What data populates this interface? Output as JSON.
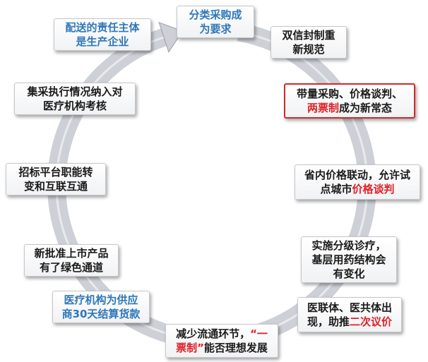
{
  "colors": {
    "ring": "#cdd0d6",
    "ring_edge": "#9a9ea6",
    "blue_text": "#2e77ba",
    "red_text": "#e01f26",
    "red_border": "#d12a2a",
    "box_text": "#1a1a1a"
  },
  "boxes": [
    {
      "id": "classified-procurement",
      "lines": [
        [
          {
            "t": "分类采购成"
          }
        ],
        [
          {
            "t": "为要求"
          }
        ]
      ]
    },
    {
      "id": "two-envelope",
      "lines": [
        [
          {
            "t": "双信封制重"
          }
        ],
        [
          {
            "t": "新规范"
          }
        ]
      ]
    },
    {
      "id": "volume-procurement",
      "lines": [
        [
          {
            "t": "带量采购、价格谈判、"
          }
        ],
        [
          {
            "t": "两票制",
            "hl": true
          },
          {
            "t": "成为新常态"
          }
        ]
      ]
    },
    {
      "id": "provincial-price-linkage",
      "lines": [
        [
          {
            "t": "省内价格联动，允许试"
          }
        ],
        [
          {
            "t": "点城市"
          },
          {
            "t": "价格谈判",
            "hl": true
          }
        ]
      ]
    },
    {
      "id": "tiered-diagnosis",
      "lines": [
        [
          {
            "t": "实施分级诊疗，"
          }
        ],
        [
          {
            "t": "基层用药结构会"
          }
        ],
        [
          {
            "t": "有变化"
          }
        ]
      ]
    },
    {
      "id": "medical-alliance",
      "lines": [
        [
          {
            "t": "医联体、医共体出"
          }
        ],
        [
          {
            "t": "现，助推"
          },
          {
            "t": "二次议价",
            "hl": true
          }
        ]
      ]
    },
    {
      "id": "reduce-circulation",
      "lines": [
        [
          {
            "t": "减少流通环节，"
          },
          {
            "t": "“一",
            "hl": true
          }
        ],
        [
          {
            "t": "票制”",
            "hl": true
          },
          {
            "t": "能否理想发展"
          }
        ]
      ]
    },
    {
      "id": "thirty-day-payment",
      "lines": [
        [
          {
            "t": "医疗机构为供应"
          }
        ],
        [
          {
            "t": "商30天结算货款"
          }
        ]
      ]
    },
    {
      "id": "green-channel",
      "lines": [
        [
          {
            "t": "新批准上市产品"
          }
        ],
        [
          {
            "t": "有了绿色通道"
          }
        ]
      ]
    },
    {
      "id": "platform-transformation",
      "lines": [
        [
          {
            "t": "招标平台职能转"
          }
        ],
        [
          {
            "t": "变和互联互通"
          }
        ]
      ]
    },
    {
      "id": "procurement-assessment",
      "lines": [
        [
          {
            "t": "集采执行情况纳入对"
          }
        ],
        [
          {
            "t": "医疗机构考核"
          }
        ]
      ]
    },
    {
      "id": "delivery-responsibility",
      "lines": [
        [
          {
            "t": "配送的责任主体"
          }
        ],
        [
          {
            "t": "是生产企业"
          }
        ]
      ]
    }
  ]
}
